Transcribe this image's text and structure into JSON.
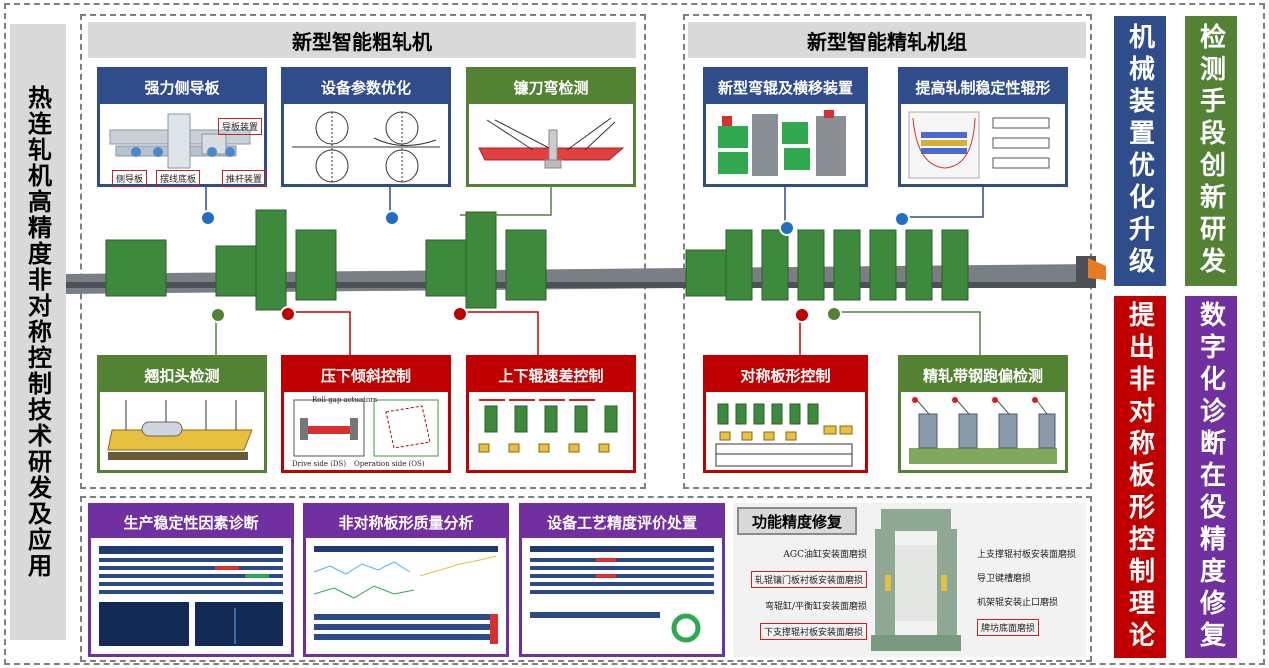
{
  "main_title": "热连轧机高精度非对称控制技术研发及应用",
  "rough_group": {
    "title": "新型智能粗轧机"
  },
  "finish_group": {
    "title": "新型智能精轧机组"
  },
  "top_cards": [
    {
      "label": "强力侧导板",
      "color": "blue"
    },
    {
      "label": "设备参数优化",
      "color": "blue"
    },
    {
      "label": "镰刀弯检测",
      "color": "green"
    },
    {
      "label": "新型弯辊及横移装置",
      "color": "blue"
    },
    {
      "label": "提高轧制稳定性辊形",
      "color": "blue"
    }
  ],
  "bottom_cards": [
    {
      "label": "翘扣头检测",
      "color": "green"
    },
    {
      "label": "压下倾斜控制",
      "color": "red"
    },
    {
      "label": "上下辊速差控制",
      "color": "red"
    },
    {
      "label": "对称板形控制",
      "color": "red"
    },
    {
      "label": "精轧带钢跑偏检测",
      "color": "green"
    }
  ],
  "diag_cards": [
    {
      "label": "生产稳定性因素诊断"
    },
    {
      "label": "非对称板形质量分析"
    },
    {
      "label": "设备工艺精度评价处置"
    }
  ],
  "repair": {
    "title": "功能精度修复",
    "left_labels": [
      "AGC油缸安装面磨损",
      "轧辊镶门板衬板安装面磨损",
      "弯辊缸/平衡缸安装面磨损",
      "下支撑辊衬板安装面磨损"
    ],
    "right_labels": [
      "上支撑辊衬板安装面磨损",
      "导卫键槽磨损",
      "机架辊安装止口磨损",
      "牌坊底面磨损"
    ]
  },
  "small_labels": {
    "guide_a": "导板装置",
    "guide_b": "摆线底板",
    "guide_c": "推杆装置",
    "guide_d": "侧导板",
    "roll_gap": "Roll gap actuators",
    "drive_side": "Drive side (DS)",
    "operation_side": "Operation side (OS)"
  },
  "side_titles": [
    {
      "text": "机械装置优化升级",
      "color": "#2f4d8a"
    },
    {
      "text": "检测手段创新研发",
      "color": "#548235"
    },
    {
      "text": "提出非对称板形控制理论",
      "color": "#c00000"
    },
    {
      "text": "数字化诊断在役精度修复",
      "color": "#7030a0"
    }
  ],
  "colors": {
    "blue": "#2f4d8a",
    "green": "#548235",
    "red": "#c00000",
    "purple": "#7030a0",
    "mill_green": "#3d8a3d"
  }
}
